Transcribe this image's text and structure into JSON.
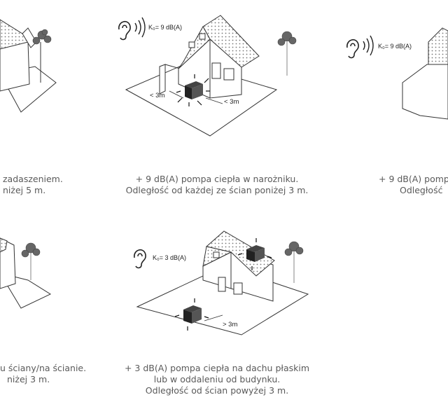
{
  "panels": {
    "top_left": {
      "caption_lines": [
        "zadaszeniem.",
        "niżej 5 m."
      ]
    },
    "top_center": {
      "k0_label": "K₀= 9 dB(A)",
      "dist_left": "< 3m",
      "dist_right": "< 3m",
      "caption_lines": [
        "+ 9 dB(A) pompa ciepła w narożniku.",
        "Odległość od każdej ze ścian poniżej 3 m."
      ]
    },
    "top_right": {
      "k0_label": "K₀= 9 dB(A)",
      "caption_lines": [
        "+ 9 dB(A) pomp",
        "Odległość"
      ]
    },
    "bottom_left": {
      "caption_lines": [
        "u ściany/na ścianie.",
        "niżej 3 m."
      ]
    },
    "bottom_center": {
      "k0_label": "K₀= 3 dB(A)",
      "dist": "> 3m",
      "caption_lines": [
        "+ 3 dB(A) pompa ciepła na dachu płaskim",
        "lub w oddaleniu od budynku.",
        "Odległość od ścian powyżej 3 m."
      ]
    }
  }
}
